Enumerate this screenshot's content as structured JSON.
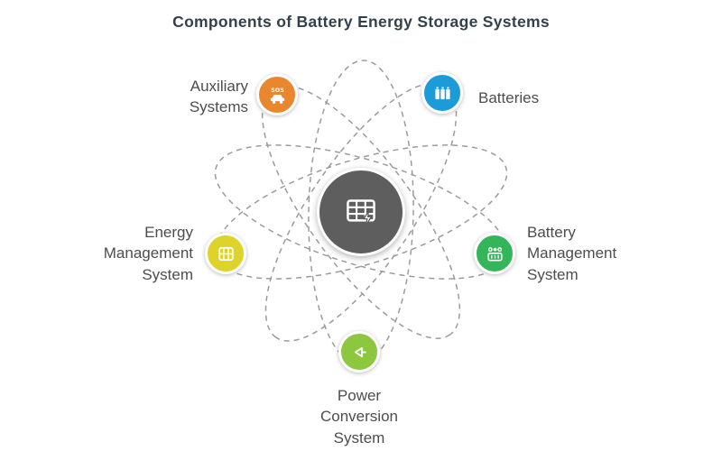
{
  "title": "Components of Battery Energy Storage Systems",
  "colors": {
    "title": "#33424a",
    "label": "#4d4d4d",
    "orbit": "#9b9b9b",
    "hub": "#5e5e5e"
  },
  "hub": {
    "icon": "battery-storage-rack-icon"
  },
  "nodes": [
    {
      "id": "auxiliary-systems",
      "label": "Auxiliary\nSystems",
      "color": "#e8872d",
      "icon": "roadside-assistance-icon"
    },
    {
      "id": "batteries",
      "label": "Batteries",
      "color": "#1b9cd9",
      "icon": "battery-cells-icon"
    },
    {
      "id": "energy-management-system",
      "label": "Energy\nManagement\nSystem",
      "color": "#ddd32b",
      "icon": "energy-panel-icon"
    },
    {
      "id": "battery-management-system",
      "label": "Battery\nManagement\nSystem",
      "color": "#35b55a",
      "icon": "battery-circuit-icon"
    },
    {
      "id": "power-conversion-system",
      "label": "Power\nConversion\nSystem",
      "color": "#8dc63f",
      "icon": "power-converter-icon"
    }
  ]
}
